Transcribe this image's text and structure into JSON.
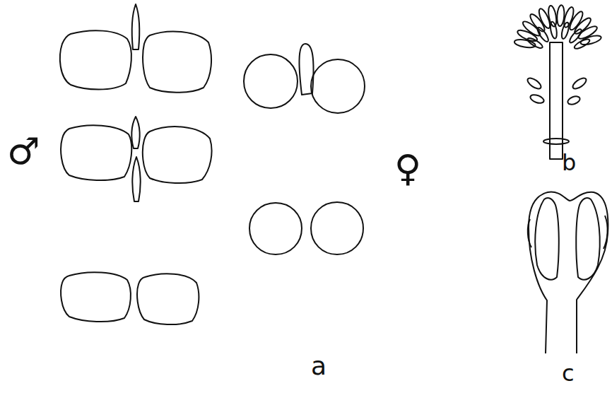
{
  "diagram": {
    "labels": [
      "♂",
      "♀",
      "a",
      "b",
      "c"
    ]
  }
}
